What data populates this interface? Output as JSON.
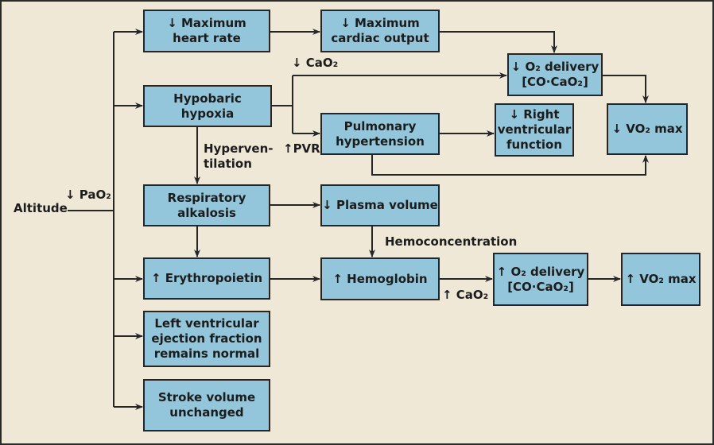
{
  "colors": {
    "background": "#f0e8d6",
    "box_fill": "#93c6da",
    "line": "#262626"
  },
  "boxes": {
    "max_heart_rate": "↓ Maximum\nheart rate",
    "max_cardiac_output": "↓ Maximum\ncardiac output",
    "o2_delivery_down": "↓ O₂ delivery\n[CO·CaO₂]",
    "hypobaric_hypoxia": "Hypobaric\nhypoxia",
    "pulmonary_hypertension": "Pulmonary\nhypertension",
    "right_ventricular_function": "↓ Right\nventricular\nfunction",
    "vo2_max_down": "↓ VO₂ max",
    "respiratory_alkalosis": "Respiratory\nalkalosis",
    "plasma_volume": "↓ Plasma volume",
    "erythropoietin": "↑ Erythropoietin",
    "hemoglobin": "↑ Hemoglobin",
    "o2_delivery_up": "↑ O₂ delivery\n[CO·CaO₂]",
    "vo2_max_up": "↑ VO₂ max",
    "lvef": "Left ventricular\nejection fraction\nremains normal",
    "stroke_volume": "Stroke volume\nunchanged"
  },
  "labels": {
    "altitude": "Altitude",
    "pao2": "↓ PaO₂",
    "cao2_down": "↓ CaO₂",
    "pvr": "↑PVR",
    "hyperventilation": "Hyperven-\ntilation",
    "hemoconcentration": "Hemoconcentration",
    "cao2_up": "↑ CaO₂"
  }
}
